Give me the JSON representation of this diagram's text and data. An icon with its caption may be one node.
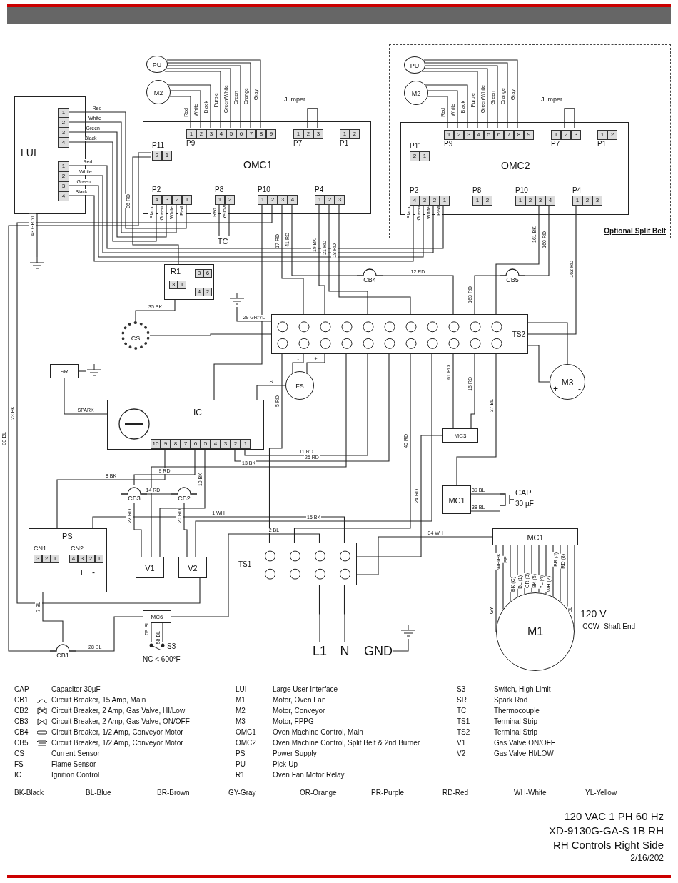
{
  "diagram": {
    "nodes": [
      {
        "text": [
          "LUI"
        ]
      },
      {
        "text": [
          "1",
          "2",
          "3",
          "4"
        ],
        "in": 0
      },
      {
        "text": [
          "1",
          "2",
          "3",
          "4"
        ],
        "in": 0
      },
      {
        "text": [
          "OMC1"
        ]
      },
      {
        "text": [
          "P11",
          "2",
          "1"
        ],
        "in": 3
      },
      {
        "text": [
          "P2",
          "4",
          "3",
          "2",
          "1"
        ],
        "in": 3
      },
      {
        "text": [
          "1",
          "2",
          "3",
          "4",
          "5",
          "6",
          "7",
          "8",
          "9",
          "P9"
        ],
        "in": 3
      },
      {
        "text": [
          "P8",
          "1",
          "2"
        ],
        "in": 3
      },
      {
        "text": [
          "P10",
          "1",
          "2",
          "3",
          "4"
        ],
        "in": 3
      },
      {
        "text": [
          "1",
          "2",
          "3",
          "P7"
        ],
        "in": 3
      },
      {
        "text": [
          "P4",
          "1",
          "2",
          "3"
        ],
        "in": 3
      },
      {
        "text": [
          "1",
          "2",
          "P1"
        ],
        "in": 3
      },
      {
        "text": [
          "PU"
        ]
      },
      {
        "text": [
          "M2"
        ]
      },
      {
        "text": [
          "TC"
        ]
      },
      {
        "text": [
          "Optional Split Belt"
        ]
      },
      {
        "text": [
          "OMC2"
        ],
        "in": 15
      },
      {
        "text": [
          "P11",
          "2",
          "1"
        ],
        "in": 16
      },
      {
        "text": [
          "P2",
          "4",
          "3",
          "2",
          "1"
        ],
        "in": 16
      },
      {
        "text": [
          "1",
          "2",
          "3",
          "4",
          "5",
          "6",
          "7",
          "8",
          "9",
          "P9"
        ],
        "in": 16
      },
      {
        "text": [
          "P8",
          "1",
          "2"
        ],
        "in": 16
      },
      {
        "text": [
          "P10",
          "1",
          "2",
          "3",
          "4"
        ],
        "in": 16
      },
      {
        "text": [
          "1",
          "2",
          "3",
          "P7"
        ],
        "in": 16
      },
      {
        "text": [
          "P4",
          "1",
          "2",
          "3"
        ],
        "in": 16
      },
      {
        "text": [
          "1",
          "2",
          "P1"
        ],
        "in": 16
      },
      {
        "text": [
          "PU"
        ],
        "in": 15
      },
      {
        "text": [
          "M2"
        ],
        "in": 15
      },
      {
        "text": [
          "R1",
          "8",
          "6",
          "3",
          "1",
          "4",
          "2"
        ]
      },
      {
        "text": [
          "CS"
        ]
      },
      {
        "text": [
          "TS2"
        ]
      },
      {
        "text": [
          "M3",
          "+",
          "-"
        ]
      },
      {
        "text": [
          "IC",
          "10",
          "9",
          "8",
          "7",
          "6",
          "5",
          "4",
          "3",
          "2",
          "1"
        ]
      },
      {
        "text": [
          "SR"
        ]
      },
      {
        "text": [
          "FS"
        ]
      },
      {
        "text": [
          "CB1"
        ]
      },
      {
        "text": [
          "CB2"
        ]
      },
      {
        "text": [
          "CB3"
        ]
      },
      {
        "text": [
          "CB4"
        ]
      },
      {
        "text": [
          "CB5"
        ]
      },
      {
        "text": [
          "PS",
          "CN1",
          "3",
          "2",
          "1",
          "CN2",
          "4",
          "3",
          "2",
          "1",
          "+",
          "-"
        ]
      },
      {
        "text": [
          "V1"
        ]
      },
      {
        "text": [
          "V2"
        ]
      },
      {
        "text": [
          "TS1"
        ]
      },
      {
        "text": [
          "MC6"
        ]
      },
      {
        "text": [
          "S3",
          "NC < 600°F"
        ]
      },
      {
        "text": [
          "MC3"
        ]
      },
      {
        "text": [
          "MC1"
        ]
      },
      {
        "text": [
          "CAP",
          "30 µF"
        ]
      },
      {
        "text": [
          "MC1"
        ]
      },
      {
        "text": [
          "M1"
        ],
        "beside": [
          "120 V",
          "-CCW- Shaft End"
        ]
      },
      {
        "text": [
          "L1"
        ]
      },
      {
        "text": [
          "N"
        ]
      },
      {
        "text": [
          "GND"
        ]
      },
      {
        "text": [],
        "shape": "ground"
      },
      {
        "text": [],
        "shape": "ground"
      },
      {
        "text": [],
        "shape": "ground"
      },
      {
        "text": [],
        "shape": "ground"
      }
    ],
    "edges": [
      {
        "from": 1,
        "to": 5,
        "arrow": "none",
        "label": "Red"
      },
      {
        "from": 1,
        "to": 5,
        "arrow": "none",
        "label": "White"
      },
      {
        "from": 1,
        "to": 5,
        "arrow": "none",
        "label": "Green"
      },
      {
        "from": 1,
        "to": 5,
        "arrow": "none",
        "label": "Black"
      },
      {
        "from": 2,
        "to": 18,
        "arrow": "none",
        "label": "Red"
      },
      {
        "from": 2,
        "to": 18,
        "arrow": "none",
        "label": "White"
      },
      {
        "from": 2,
        "to": 18,
        "arrow": "none",
        "label": "Green"
      },
      {
        "from": 2,
        "to": 18,
        "arrow": "none",
        "label": "Black"
      },
      {
        "from": 13,
        "to": 6,
        "arrow": "none",
        "label": "Red"
      },
      {
        "from": 13,
        "to": 6,
        "arrow": "none",
        "label": "White"
      },
      {
        "from": 13,
        "to": 6,
        "arrow": "none",
        "label": "Black"
      },
      {
        "from": 12,
        "to": 6,
        "arrow": "none",
        "label": "Purple"
      },
      {
        "from": 12,
        "to": 6,
        "arrow": "none",
        "label": "Green/White"
      },
      {
        "from": 12,
        "to": 6,
        "arrow": "none",
        "label": "Green"
      },
      {
        "from": 12,
        "to": 6,
        "arrow": "none",
        "label": "Orange"
      },
      {
        "from": 12,
        "to": 6,
        "arrow": "none",
        "label": "Gray"
      },
      {
        "from": 26,
        "to": 19,
        "arrow": "none",
        "label": "Red"
      },
      {
        "from": 26,
        "to": 19,
        "arrow": "none",
        "label": "White"
      },
      {
        "from": 26,
        "to": 19,
        "arrow": "none",
        "label": "Black"
      },
      {
        "from": 25,
        "to": 19,
        "arrow": "none",
        "label": "Purple"
      },
      {
        "from": 25,
        "to": 19,
        "arrow": "none",
        "label": "Green/White"
      },
      {
        "from": 25,
        "to": 19,
        "arrow": "none",
        "label": "Green"
      },
      {
        "from": 25,
        "to": 19,
        "arrow": "none",
        "label": "Orange"
      },
      {
        "from": 25,
        "to": 19,
        "arrow": "none",
        "label": "Gray"
      },
      {
        "from": 14,
        "to": 7,
        "arrow": "none",
        "label": "Red"
      },
      {
        "from": 14,
        "to": 7,
        "arrow": "none",
        "label": "Yellow"
      },
      {
        "from": 0,
        "to": 53,
        "arrow": "none",
        "label": "43 GR/YL"
      },
      {
        "from": 4,
        "to": 27,
        "arrow": "none",
        "label": "36 RD"
      },
      {
        "from": 27,
        "to": 28,
        "arrow": "none",
        "label": "35 BK"
      },
      {
        "from": 29,
        "to": 54,
        "arrow": "none",
        "label": "29 GR/YL"
      },
      {
        "from": 8,
        "to": 29,
        "arrow": "none",
        "label": "17 RD"
      },
      {
        "from": 8,
        "to": 37,
        "arrow": "none",
        "label": "41 RD"
      },
      {
        "from": 37,
        "to": 29,
        "arrow": "none",
        "label": "12 RD"
      },
      {
        "from": 10,
        "to": 29,
        "arrow": "none",
        "label": "19 BK"
      },
      {
        "from": 10,
        "to": 29,
        "arrow": "none",
        "label": "21 RD"
      },
      {
        "from": 10,
        "to": 29,
        "arrow": "none",
        "label": "18 RD"
      },
      {
        "from": 21,
        "to": 29,
        "arrow": "none",
        "label": "161 BK"
      },
      {
        "from": 21,
        "to": 38,
        "arrow": "none",
        "label": "160 RD"
      },
      {
        "from": 38,
        "to": 29,
        "arrow": "none",
        "label": "163 RD"
      },
      {
        "from": 23,
        "to": 29,
        "arrow": "none",
        "label": "162 RD"
      },
      {
        "from": 29,
        "to": 30,
        "arrow": "none"
      },
      {
        "from": 29,
        "to": 30,
        "arrow": "none"
      },
      {
        "from": 4,
        "to": 34,
        "arrow": "none",
        "label": "33 BL"
      },
      {
        "from": 8,
        "to": 41,
        "arrow": "none",
        "label": "23 BK"
      },
      {
        "from": 31,
        "to": 32,
        "arrow": "none",
        "label": "SPARK"
      },
      {
        "from": 32,
        "to": 55,
        "arrow": "none"
      },
      {
        "from": 31,
        "to": 33,
        "arrow": "none",
        "label": "S"
      },
      {
        "from": 33,
        "to": 29,
        "arrow": "none",
        "label": "-"
      },
      {
        "from": 33,
        "to": 29,
        "arrow": "none",
        "label": "+"
      },
      {
        "from": 29,
        "to": 42,
        "arrow": "none",
        "label": "5 RD"
      },
      {
        "from": 29,
        "to": 40,
        "arrow": "none",
        "label": "13 BK"
      },
      {
        "from": 29,
        "to": 31,
        "arrow": "none",
        "label": "11 RD"
      },
      {
        "from": 29,
        "to": 31,
        "arrow": "none",
        "label": "25 RD"
      },
      {
        "from": 29,
        "to": 42,
        "arrow": "none",
        "label": "40 RD"
      },
      {
        "from": 29,
        "to": 41,
        "arrow": "none",
        "label": "15 BK"
      },
      {
        "from": 29,
        "to": 45,
        "arrow": "none",
        "label": "61 RD"
      },
      {
        "from": 45,
        "to": 29,
        "arrow": "none",
        "label": "16 RD"
      },
      {
        "from": 45,
        "to": 42,
        "arrow": "none",
        "label": "24 RD"
      },
      {
        "from": 29,
        "to": 46,
        "arrow": "none",
        "label": "37 BL"
      },
      {
        "from": 46,
        "to": 47,
        "arrow": "none",
        "label": "39 BL"
      },
      {
        "from": 46,
        "to": 47,
        "arrow": "none",
        "label": "38 BL"
      },
      {
        "from": 31,
        "to": 36,
        "arrow": "none",
        "label": "9 RD"
      },
      {
        "from": 31,
        "to": 40,
        "arrow": "none",
        "label": "10 BK"
      },
      {
        "from": 31,
        "to": 39,
        "arrow": "none",
        "label": "8 BK"
      },
      {
        "from": 36,
        "to": 35,
        "arrow": "none",
        "label": "14 RD"
      },
      {
        "from": 36,
        "to": 40,
        "arrow": "none",
        "label": "22 RD"
      },
      {
        "from": 35,
        "to": 41,
        "arrow": "none",
        "label": "20 RD"
      },
      {
        "from": 39,
        "to": 34,
        "arrow": "none",
        "label": "7 BL"
      },
      {
        "from": 34,
        "to": 43,
        "arrow": "none",
        "label": "28 BL"
      },
      {
        "from": 43,
        "to": 44,
        "arrow": "none",
        "label": "59 BL"
      },
      {
        "from": 44,
        "to": 43,
        "arrow": "none",
        "label": "58 BL"
      },
      {
        "from": 42,
        "to": 43,
        "arrow": "none",
        "label": "2 BL"
      },
      {
        "from": 42,
        "to": 39,
        "arrow": "none",
        "label": "1 WH"
      },
      {
        "from": 42,
        "to": 48,
        "arrow": "none",
        "label": "34 WH"
      },
      {
        "from": 49,
        "to": 48,
        "arrow": "none",
        "label": "GY"
      },
      {
        "from": 49,
        "to": 48,
        "arrow": "none",
        "label": "WH/BK"
      },
      {
        "from": 49,
        "to": 48,
        "arrow": "none",
        "label": "PR"
      },
      {
        "from": 49,
        "to": 48,
        "arrow": "none",
        "label": "BK (C)"
      },
      {
        "from": 49,
        "to": 48,
        "arrow": "none",
        "label": "BL (1)"
      },
      {
        "from": 49,
        "to": 48,
        "arrow": "none",
        "label": "OR (3)"
      },
      {
        "from": 49,
        "to": 48,
        "arrow": "none",
        "label": "BK (5)"
      },
      {
        "from": 49,
        "to": 48,
        "arrow": "none",
        "label": "YL (4)"
      },
      {
        "from": 49,
        "to": 48,
        "arrow": "none",
        "label": "WH (2)"
      },
      {
        "from": 49,
        "to": 48,
        "arrow": "none",
        "label": "BR (J)"
      },
      {
        "from": 49,
        "to": 48,
        "arrow": "none",
        "label": "RD (8)"
      },
      {
        "from": 49,
        "to": 48,
        "arrow": "none",
        "label": "BL"
      },
      {
        "from": 50,
        "to": 42,
        "arrow": "none"
      },
      {
        "from": 51,
        "to": 42,
        "arrow": "none"
      },
      {
        "from": 52,
        "to": 56,
        "arrow": "none"
      },
      {
        "from": 28,
        "to": 29,
        "arrow": "none"
      },
      {
        "from": 8,
        "to": 31,
        "arrow": "none"
      }
    ],
    "labels": [
      "Jumper",
      "Jumper",
      "Black",
      "Green",
      "White",
      "Red",
      "Black",
      "Green",
      "White",
      "Red",
      "CAP",
      "Capacitor 30µF",
      "CB1",
      "Circuit Breaker, 15 Amp, Main",
      "CB2",
      "Circuit Breaker, 2 Amp, Gas Valve, HI/Low",
      "CB3",
      "Circuit Breaker, 2 Amp, Gas Valve, ON/OFF",
      "CB4",
      "Circuit Breaker, 1/2 Amp, Conveyor Motor",
      "CB5",
      "Circuit Breaker, 1/2 Amp, Conveyor Motor",
      "CS",
      "Current Sensor",
      "FS",
      "Flame Sensor",
      "IC",
      "Ignition Control",
      "LUI",
      "Large User Interface",
      "M1",
      "Motor, Oven Fan",
      "M2",
      "Motor, Conveyor",
      "M3",
      "Motor, FPPG",
      "OMC1",
      "Oven Machine Control, Main",
      "OMC2",
      "Oven Machine Control, Split Belt & 2nd Burner",
      "PS",
      "Power Supply",
      "PU",
      "Pick-Up",
      "R1",
      "Oven Fan Motor Relay",
      "S3",
      "Switch, High Limit",
      "SR",
      "Spark Rod",
      "TC",
      "Thermocouple",
      "TS1",
      "Terminal Strip",
      "TS2",
      "Terminal Strip",
      "V1",
      "Gas Valve ON/OFF",
      "V2",
      "Gas Valve HI/LOW",
      "BK-Black",
      "BL-Blue",
      "BR-Brown",
      "GY-Gray",
      "OR-Orange",
      "PR-Purple",
      "RD-Red",
      "WH-White",
      "YL-Yellow",
      "120 VAC 1 PH 60 Hz",
      "XD-9130G-GA-S 1B RH",
      "RH Controls Right Side",
      "2/16/202"
    ]
  }
}
